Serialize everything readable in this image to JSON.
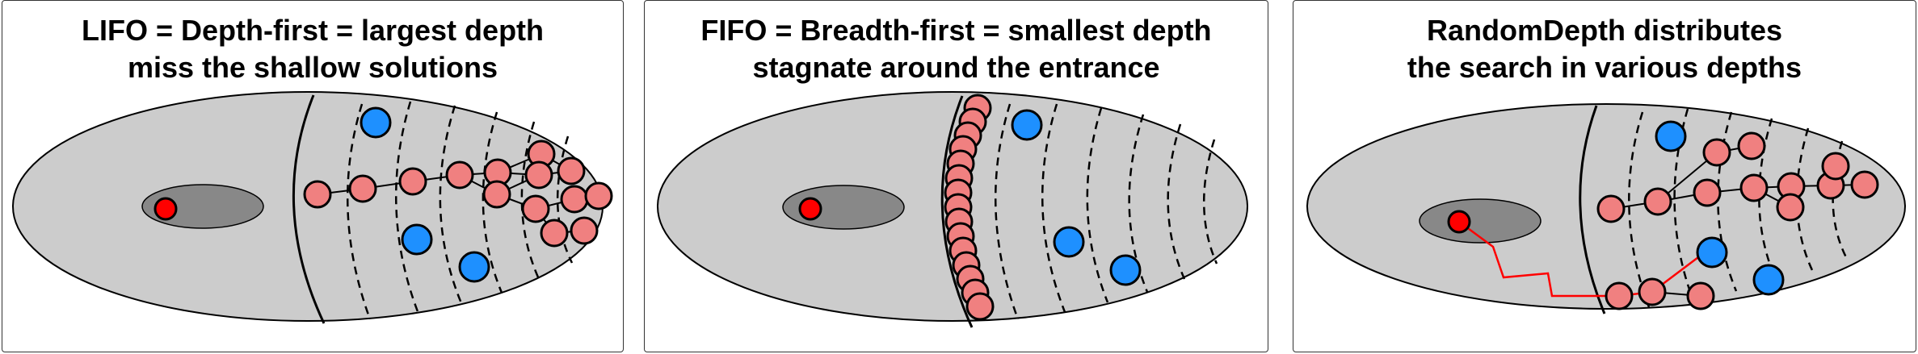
{
  "panels": [
    {
      "title_line1": "LIFO = Depth-first = largest depth",
      "title_line2": "miss the shallow solutions"
    },
    {
      "title_line1": "FIFO = Breadth-first = smallest depth",
      "title_line2": "stagnate around the entrance"
    },
    {
      "title_line1": "RandomDepth distributes",
      "title_line2": "the search in various depths"
    }
  ],
  "colors": {
    "region": "#cccccc",
    "start_region": "#888888",
    "search_node": "#f08080",
    "solution": "#1e90ff",
    "start_node": "#ff0000",
    "random_path": "#ff0000"
  }
}
